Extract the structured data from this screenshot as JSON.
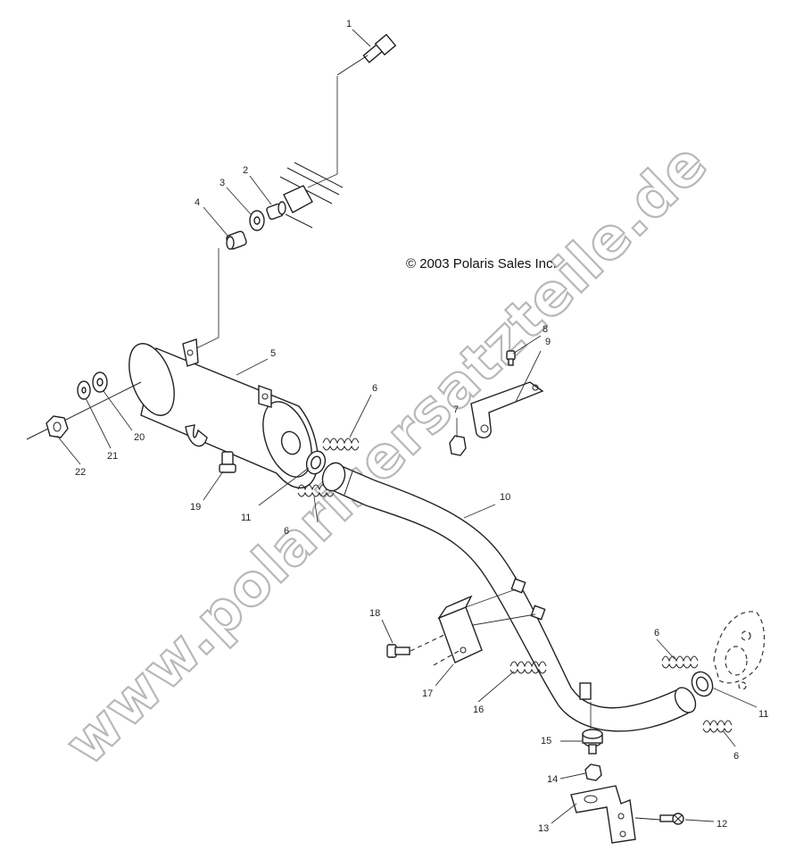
{
  "copyright": "© 2003 Polaris Sales Inc.",
  "watermark": "www.polarisersatzteile.de",
  "callouts": {
    "c1": "1",
    "c2": "2",
    "c3": "3",
    "c4": "4",
    "c5": "5",
    "c6a": "6",
    "c6b": "6",
    "c6c": "6",
    "c6d": "6",
    "c7": "7",
    "c8": "8",
    "c9": "9",
    "c10": "10",
    "c11a": "11",
    "c11b": "11",
    "c12": "12",
    "c13": "13",
    "c14": "14",
    "c15": "15",
    "c16": "16",
    "c17": "17",
    "c18": "18",
    "c19": "19",
    "c20": "20",
    "c21": "21",
    "c22": "22"
  }
}
